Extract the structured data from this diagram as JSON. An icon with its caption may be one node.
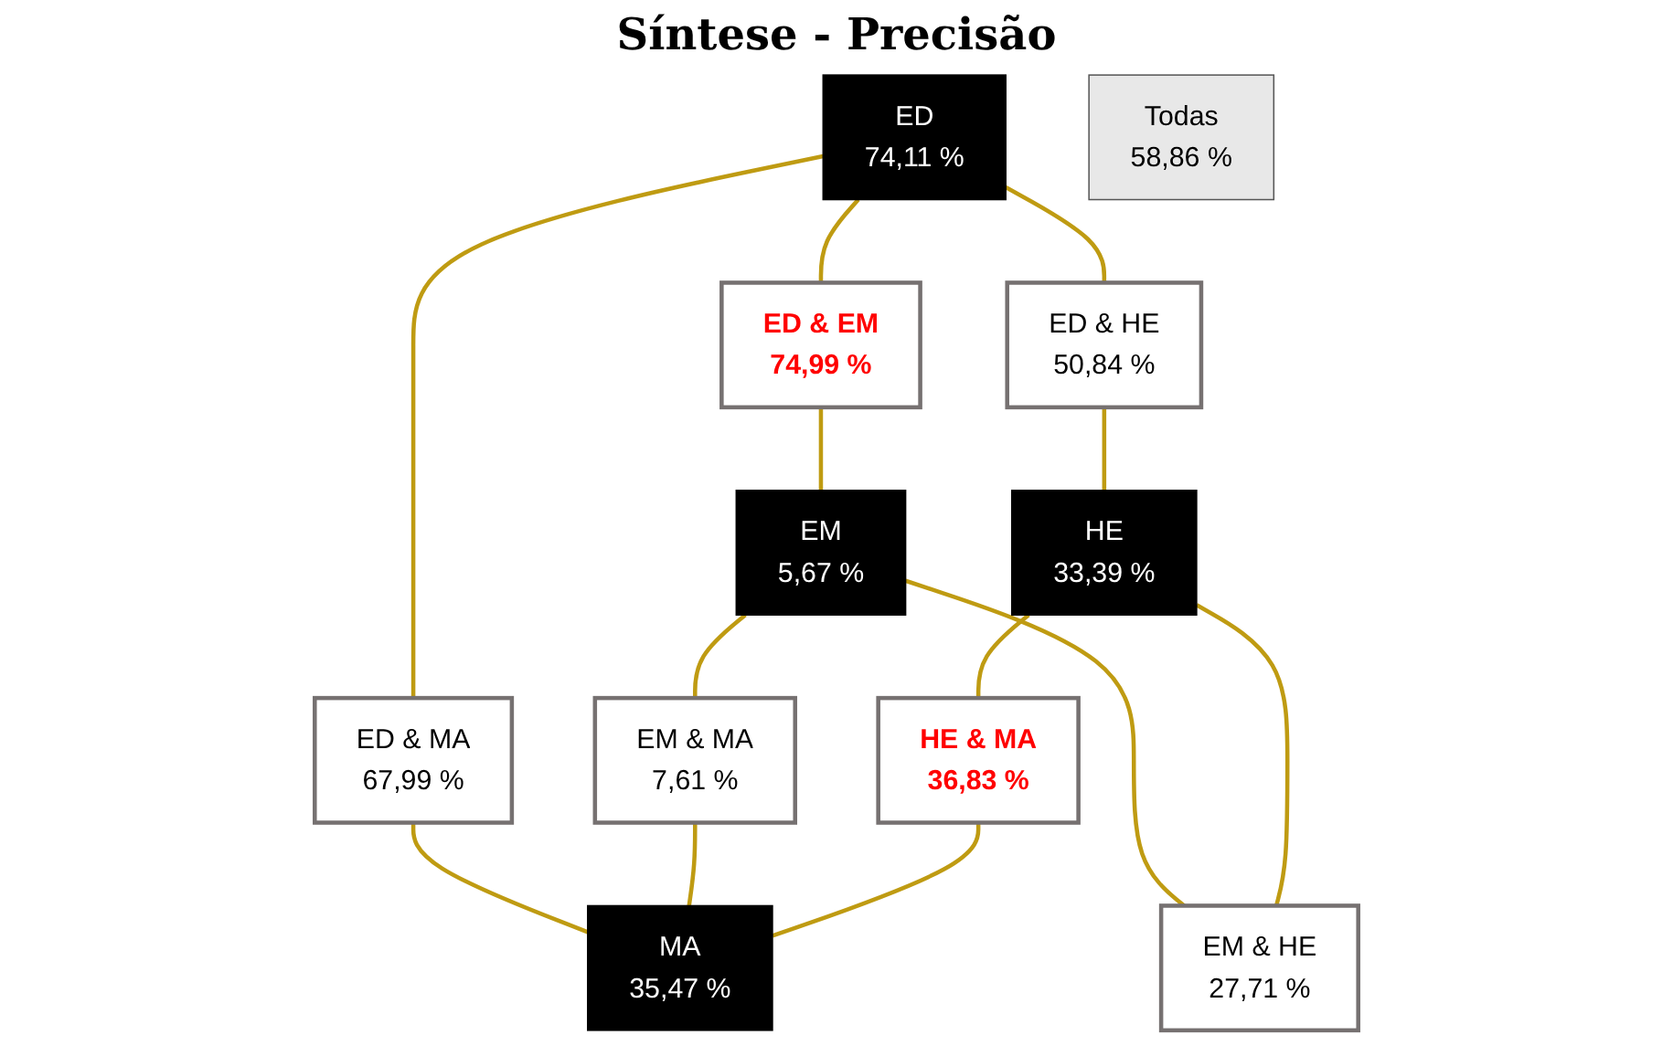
{
  "diagram": {
    "title": "Síntese - Precisão",
    "nodes": [
      {
        "text": [
          "ED",
          "74,11 %"
        ]
      },
      {
        "text": [
          "ED & EM",
          "74,99 %"
        ]
      },
      {
        "text": [
          "ED & HE",
          "50,84 %"
        ]
      },
      {
        "text": [
          "EM",
          "5,67 %"
        ]
      },
      {
        "text": [
          "ED & MA",
          "67,99 %"
        ]
      },
      {
        "text": [
          "HE",
          "33,39 %"
        ]
      },
      {
        "text": [
          "EM & MA",
          "7,61 %"
        ]
      },
      {
        "text": [
          "MA",
          "35,47 %"
        ]
      },
      {
        "text": [
          "HE & MA",
          "36,83 %"
        ]
      },
      {
        "text": [
          "EM & HE",
          "27,71 %"
        ]
      },
      {
        "text": [
          "Todas",
          "58,86 %"
        ]
      }
    ],
    "edges": [
      {
        "from": 0,
        "to": 1,
        "arrow": "none"
      },
      {
        "from": 0,
        "to": 2,
        "arrow": "none"
      },
      {
        "from": 0,
        "to": 4,
        "arrow": "none"
      },
      {
        "from": 1,
        "to": 3,
        "arrow": "none"
      },
      {
        "from": 2,
        "to": 5,
        "arrow": "none"
      },
      {
        "from": 4,
        "to": 7,
        "arrow": "none"
      },
      {
        "from": 3,
        "to": 6,
        "arrow": "none"
      },
      {
        "from": 5,
        "to": 8,
        "arrow": "none"
      },
      {
        "from": 6,
        "to": 7,
        "arrow": "none"
      },
      {
        "from": 8,
        "to": 7,
        "arrow": "none"
      },
      {
        "from": 3,
        "to": 9,
        "arrow": "none"
      },
      {
        "from": 5,
        "to": 9,
        "arrow": "none"
      }
    ]
  }
}
